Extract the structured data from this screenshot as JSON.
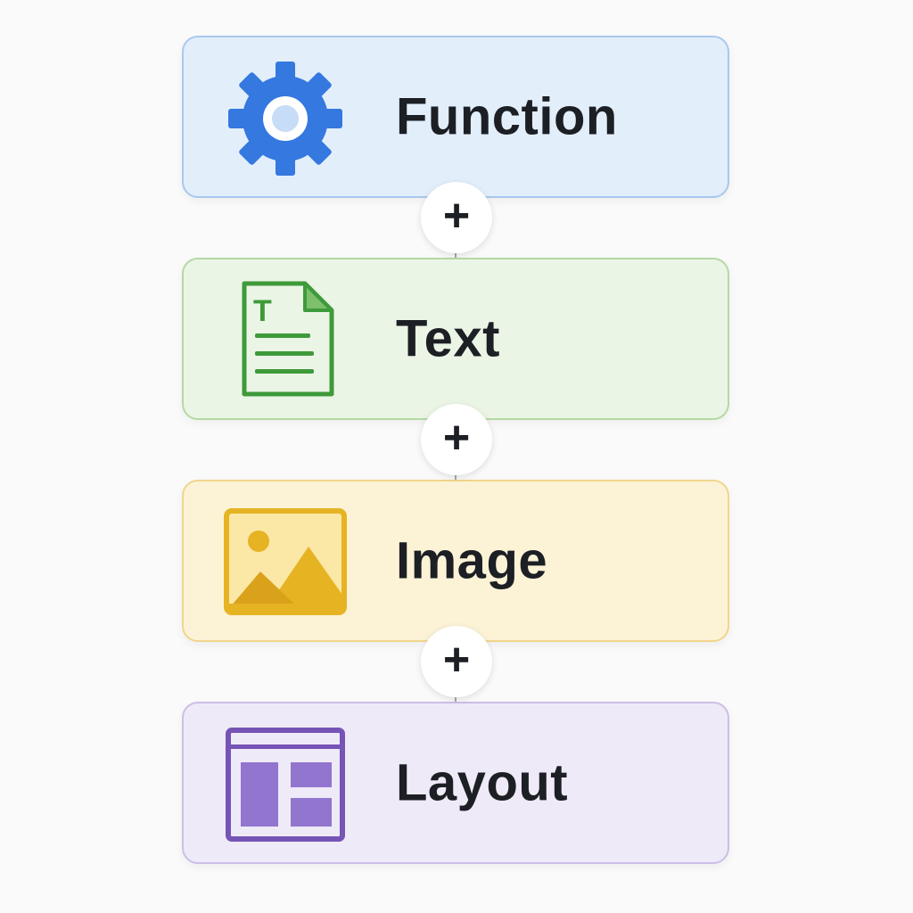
{
  "blocks": [
    {
      "label": "Function",
      "icon": "gear-icon",
      "color": "#3478e0"
    },
    {
      "label": "Text",
      "icon": "text-document-icon",
      "color": "#3e9a3a"
    },
    {
      "label": "Image",
      "icon": "image-icon",
      "color": "#e6b323"
    },
    {
      "label": "Layout",
      "icon": "layout-icon",
      "color": "#7654b6"
    }
  ],
  "connector_symbol": "+"
}
